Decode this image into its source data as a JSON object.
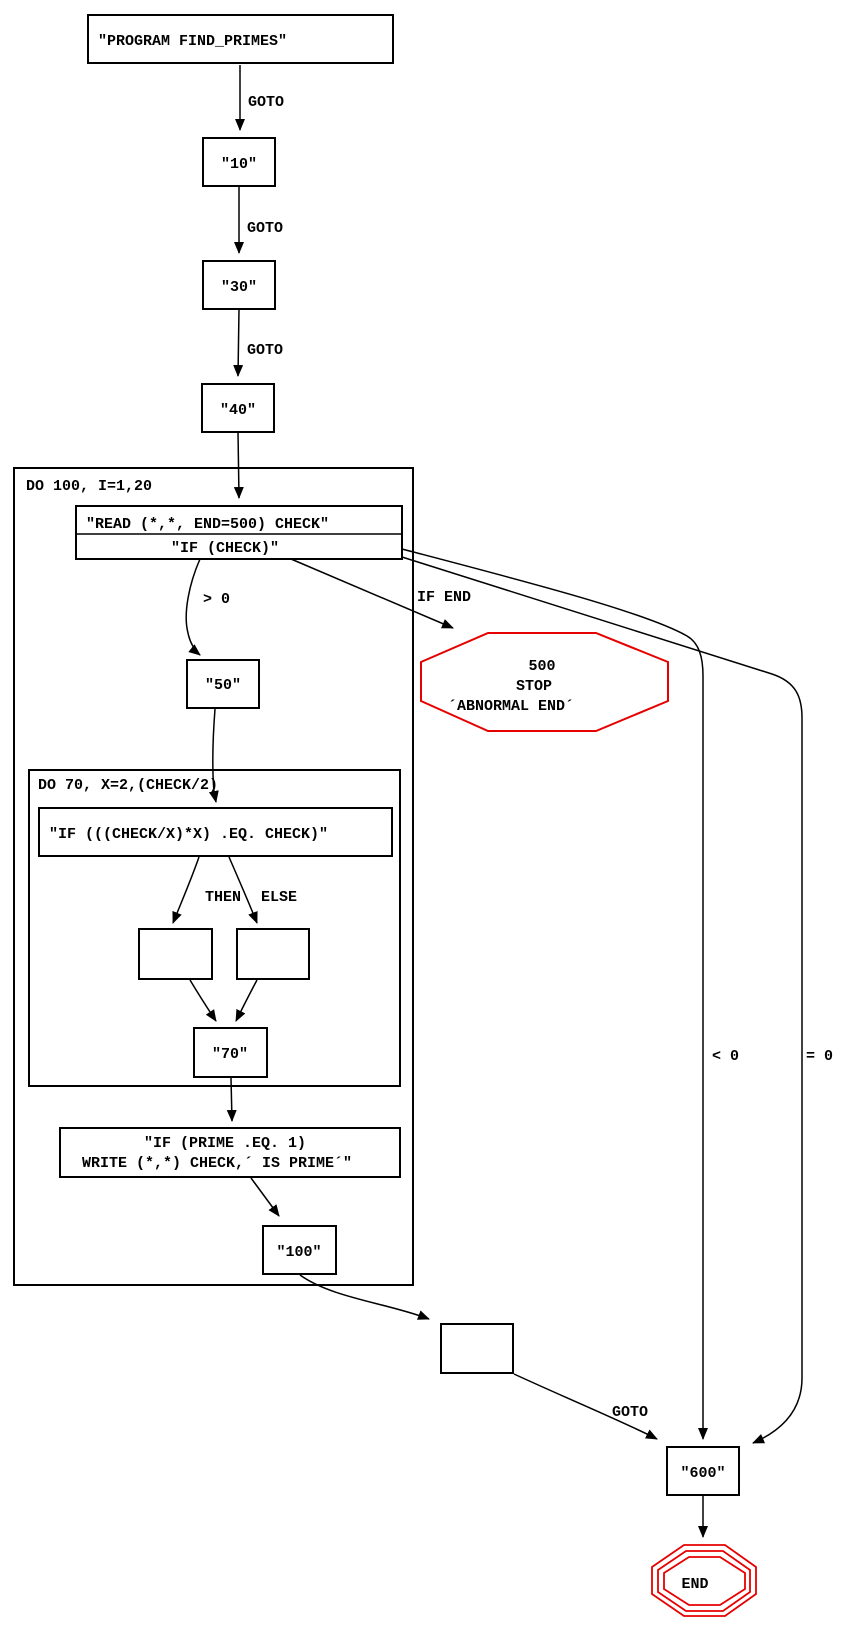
{
  "colors": {
    "stroke": "#000000",
    "red": "#e60000",
    "background": "#ffffff"
  },
  "clusters": {
    "do100": {
      "label": "DO 100, I=1,20"
    },
    "do70": {
      "label": "DO 70, X=2,(CHECK/2)"
    }
  },
  "nodes": {
    "program": {
      "label": "\"PROGRAM FIND_PRIMES\""
    },
    "n10": {
      "label": "\"10\""
    },
    "n30": {
      "label": "\"30\""
    },
    "n40": {
      "label": "\"40\""
    },
    "read_check": {
      "line1": "\"READ (*,*, END=500) CHECK\"",
      "line2": "\"IF (CHECK)\""
    },
    "n50": {
      "label": "\"50\""
    },
    "if_divides": {
      "label": "\"IF (((CHECK/X)*X) .EQ. CHECK)\""
    },
    "n70": {
      "label": "\"70\""
    },
    "if_prime": {
      "line1": "\"IF (PRIME .EQ. 1)",
      "line2": "WRITE (*,*) CHECK,´ IS PRIME´\""
    },
    "n100": {
      "label": "\"100\""
    },
    "stop500": {
      "line1": "500",
      "line2": "STOP",
      "line3": "´ABNORMAL END´"
    },
    "n600": {
      "label": "\"600\""
    },
    "end": {
      "label": "END"
    }
  },
  "edge_labels": {
    "goto_program_10": "GOTO",
    "goto_10_30": "GOTO",
    "goto_30_40": "GOTO",
    "gt_zero": "> 0",
    "if_end": "IF END",
    "then": "THEN",
    "else": "ELSE",
    "lt_zero": "< 0",
    "eq_zero": "= 0",
    "goto_to_600": "GOTO"
  }
}
